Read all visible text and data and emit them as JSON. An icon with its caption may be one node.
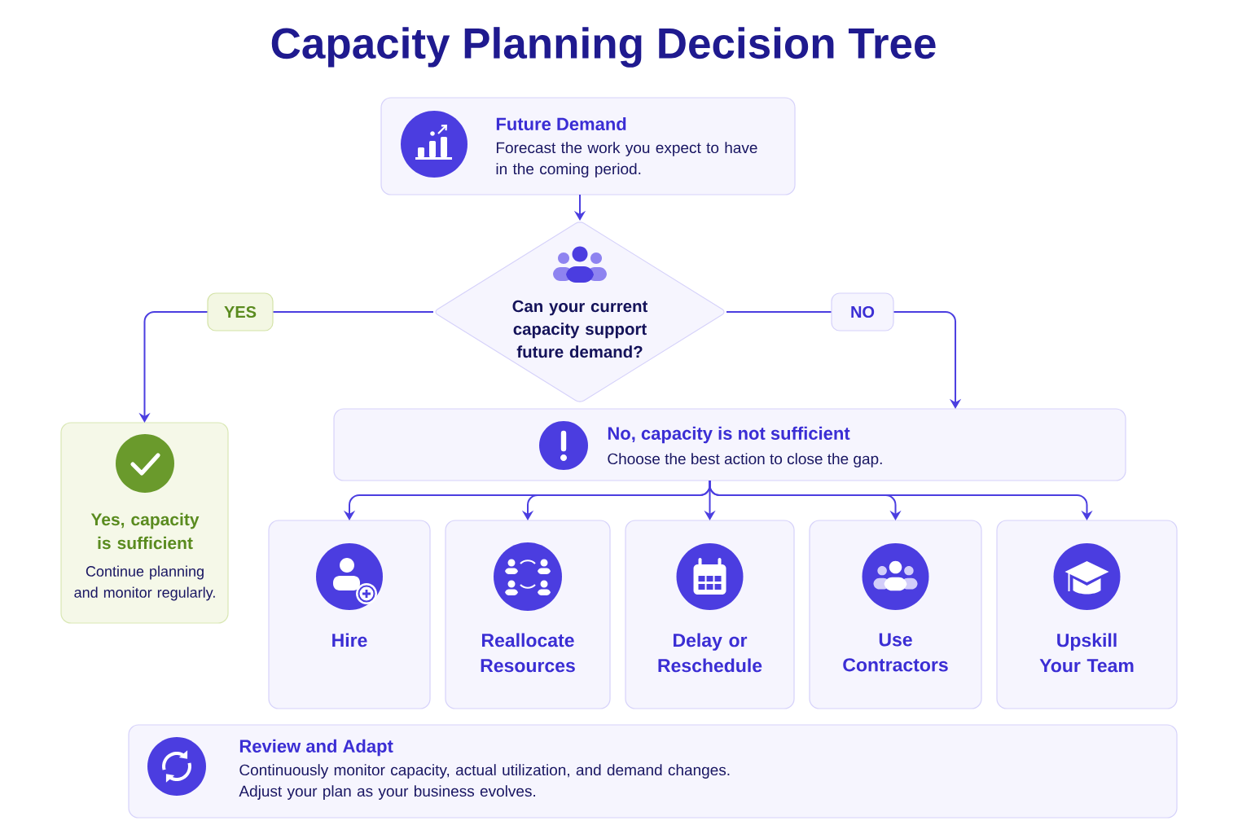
{
  "diagram": {
    "title": "Capacity Planning Decision Tree",
    "nodes": [
      {
        "text": [
          "Future Demand",
          "Forecast the work you expect to have in the coming period."
        ]
      },
      {
        "text": [
          "Can your current capacity support future demand?"
        ]
      },
      {
        "text": [
          "Yes, capacity is sufficient",
          "Continue planning and monitor regularly."
        ]
      },
      {
        "text": [
          "No, capacity is not sufficient",
          "Choose the best action to close the gap."
        ]
      },
      {
        "text": [
          "Hire"
        ]
      },
      {
        "text": [
          "Reallocate Resources"
        ]
      },
      {
        "text": [
          "Delay or Reschedule"
        ]
      },
      {
        "text": [
          "Use Contractors"
        ]
      },
      {
        "text": [
          "Upskill Your Team"
        ]
      },
      {
        "text": [
          "Review and Adapt",
          "Continuously monitor capacity, actual utilization, and demand changes. Adjust your plan as your business evolves."
        ]
      }
    ],
    "edges": [
      {
        "from": 0,
        "to": 1,
        "arrow": "to"
      },
      {
        "from": 1,
        "to": 2,
        "arrow": "to",
        "label": "YES"
      },
      {
        "from": 1,
        "to": 3,
        "arrow": "to",
        "label": "NO"
      },
      {
        "from": 3,
        "to": 4,
        "arrow": "to"
      },
      {
        "from": 3,
        "to": 5,
        "arrow": "to"
      },
      {
        "from": 3,
        "to": 6,
        "arrow": "to"
      },
      {
        "from": 3,
        "to": 7,
        "arrow": "to"
      },
      {
        "from": 3,
        "to": 8,
        "arrow": "to"
      }
    ]
  }
}
